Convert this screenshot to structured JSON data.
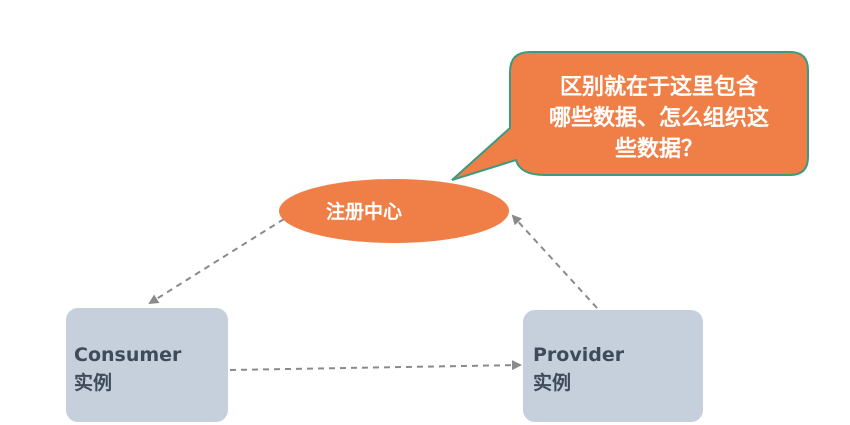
{
  "nodes": {
    "registry": {
      "label": "注册中心",
      "color": "#F07F47"
    },
    "consumer": {
      "line1": "Consumer",
      "line2": "实例",
      "color": "#C5D0DC"
    },
    "provider": {
      "line1": "Provider",
      "line2": "实例",
      "color": "#C5D0DC"
    }
  },
  "callout": {
    "lines": [
      "区别就在于这里包含",
      "哪些数据、怎么组织这",
      "些数据？"
    ],
    "fill": "#F07F47",
    "border": "#3E9A7E"
  },
  "colors": {
    "arrow": "#8A8A8A",
    "node_text": "#3F4A5A"
  }
}
